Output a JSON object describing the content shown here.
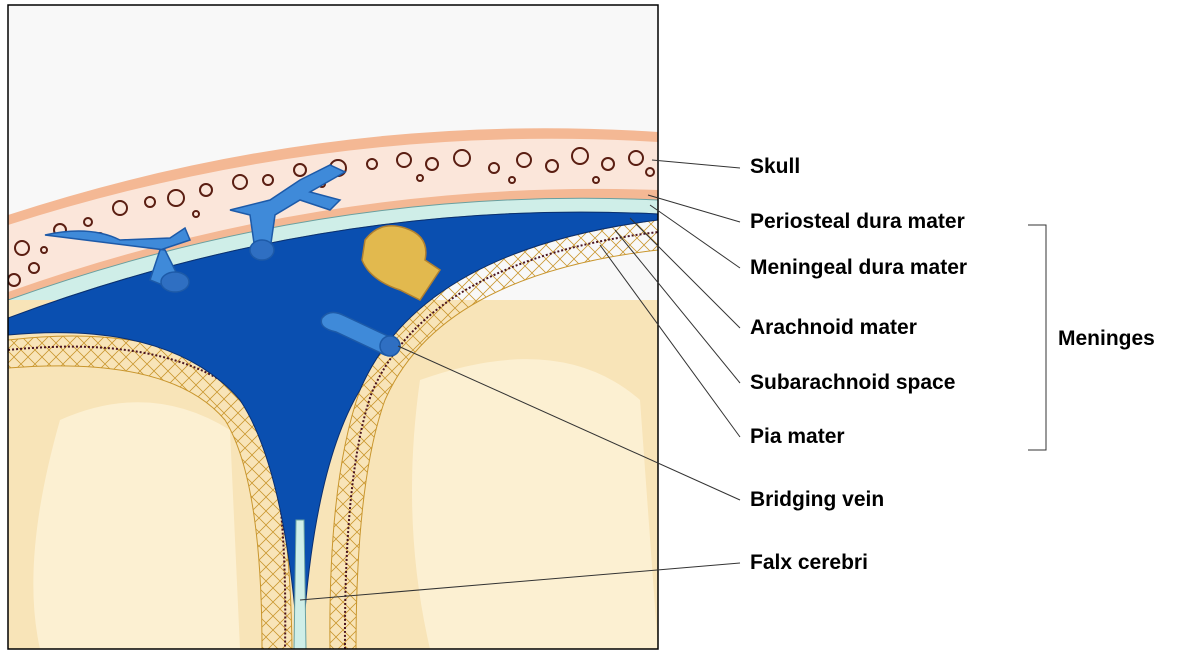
{
  "labels": {
    "skull": "Skull",
    "periosteal_dura": "Periosteal  dura mater",
    "meningeal_dura": "Meningeal dura mater",
    "arachnoid": "Arachnoid mater",
    "subarachnoid": "Subarachnoid space",
    "pia": "Pia mater",
    "bridging_vein": "Bridging vein",
    "falx": "Falx cerebri",
    "meninges": "Meninges"
  },
  "colors": {
    "skull_outer": "#f4b894",
    "skull_bone": "#fbe6da",
    "dura_light": "#cfeee8",
    "sinus": "#0a4fb0",
    "vein": "#3f8ad9",
    "brain": "#f8e4b8",
    "brain_light": "#fcf0d2",
    "pia_arachnoid": "#e2b94e",
    "background_top": "#f8f8f8"
  }
}
